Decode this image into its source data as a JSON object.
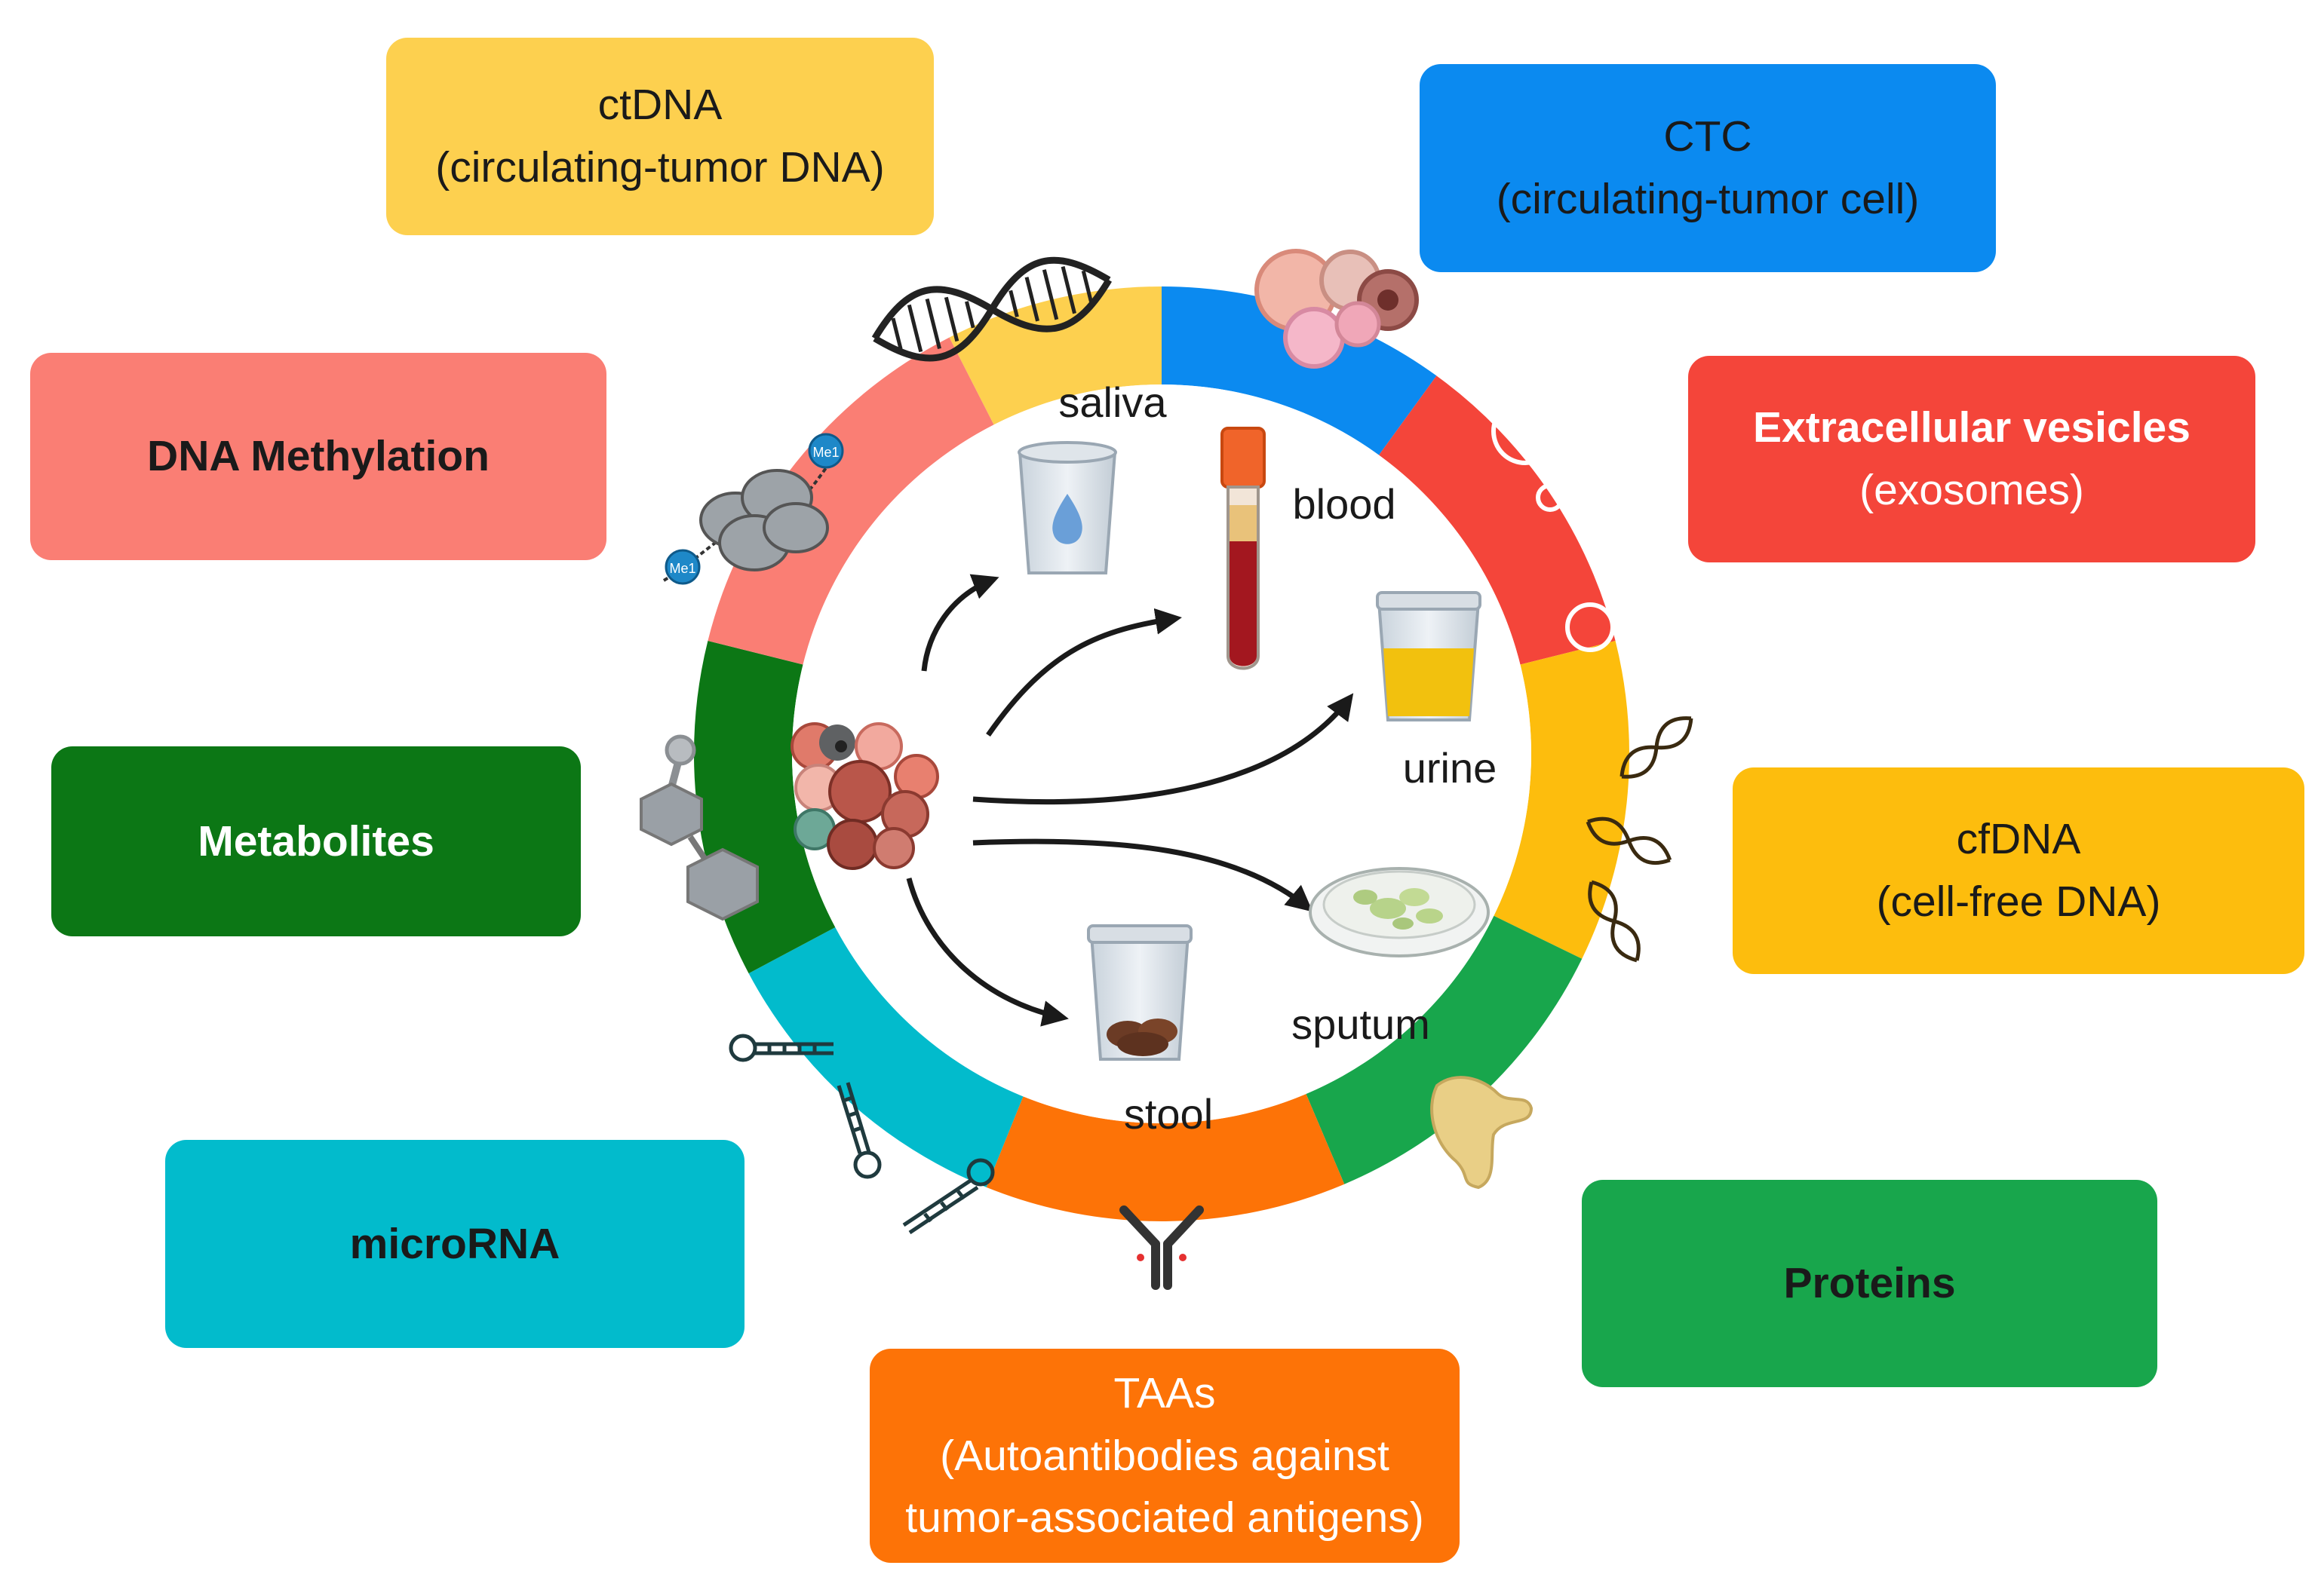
{
  "colors": {
    "ctdna": "#fdd04f",
    "ctc": "#0b8af0",
    "ev": "#f4453a",
    "cfdna": "#fdbd0d",
    "proteins": "#18a64c",
    "taas": "#fd7307",
    "microrna": "#02bbcc",
    "metabolites": "#0c7715",
    "dna_methylation": "#fa7e74",
    "text_dark": "#1a1a1a",
    "text_light": "#ffffff"
  },
  "boxes": {
    "ctdna": {
      "line1": "ctDNA",
      "line2": "(circulating-tumor DNA)"
    },
    "ctc": {
      "line1": "CTC",
      "line2": "(circulating-tumor cell)"
    },
    "dna_methylation": {
      "line1": "DNA Methylation"
    },
    "extracellular_vesicles": {
      "line1": "Extracellular vesicles",
      "line2": "(exosomes)"
    },
    "metabolites": {
      "line1": "Metabolites"
    },
    "cfdna": {
      "line1": "cfDNA",
      "line2": "(cell-free DNA)"
    },
    "microrna": {
      "line1": "microRNA"
    },
    "proteins": {
      "line1": "Proteins"
    },
    "taas": {
      "line1": "TAAs",
      "line2": "(Autoantibodies against",
      "line3": "tumor-associated antigens)"
    }
  },
  "samples": {
    "saliva": "saliva",
    "blood": "blood",
    "urine": "urine",
    "sputum": "sputum",
    "stool": "stool"
  },
  "methyl_tag": "Me1",
  "icons": [
    "dna-helix-icon",
    "tumor-cells-icon",
    "vesicles-icon",
    "dna-strands-icon",
    "protein-blob-icon",
    "antibody-icon",
    "microrna-hairpin-icon",
    "metabolite-molecule-icon",
    "nucleosome-methylation-icon",
    "saliva-cup-icon",
    "blood-tube-icon",
    "urine-cup-icon",
    "sputum-dish-icon",
    "stool-cup-icon",
    "tumor-cluster-icon"
  ]
}
